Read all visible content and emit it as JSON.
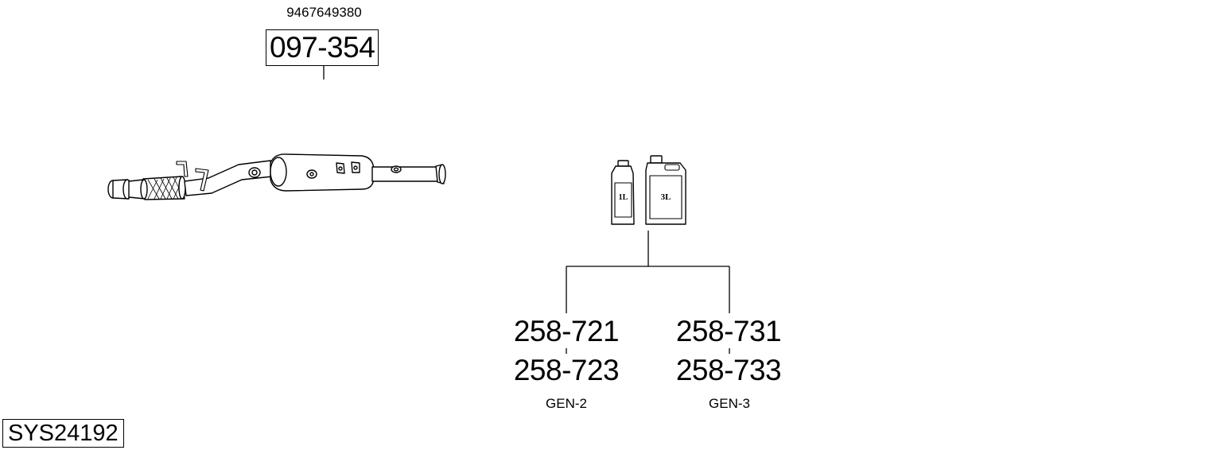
{
  "oem_number": "9467649380",
  "part": {
    "number": "097-354"
  },
  "fluids": {
    "small_label": "1L",
    "large_label": "3L"
  },
  "additives": [
    {
      "primary": "258-721",
      "secondary": "258-723",
      "generation": "GEN-2"
    },
    {
      "primary": "258-731",
      "secondary": "258-733",
      "generation": "GEN-3"
    }
  ],
  "system_code": "SYS24192"
}
